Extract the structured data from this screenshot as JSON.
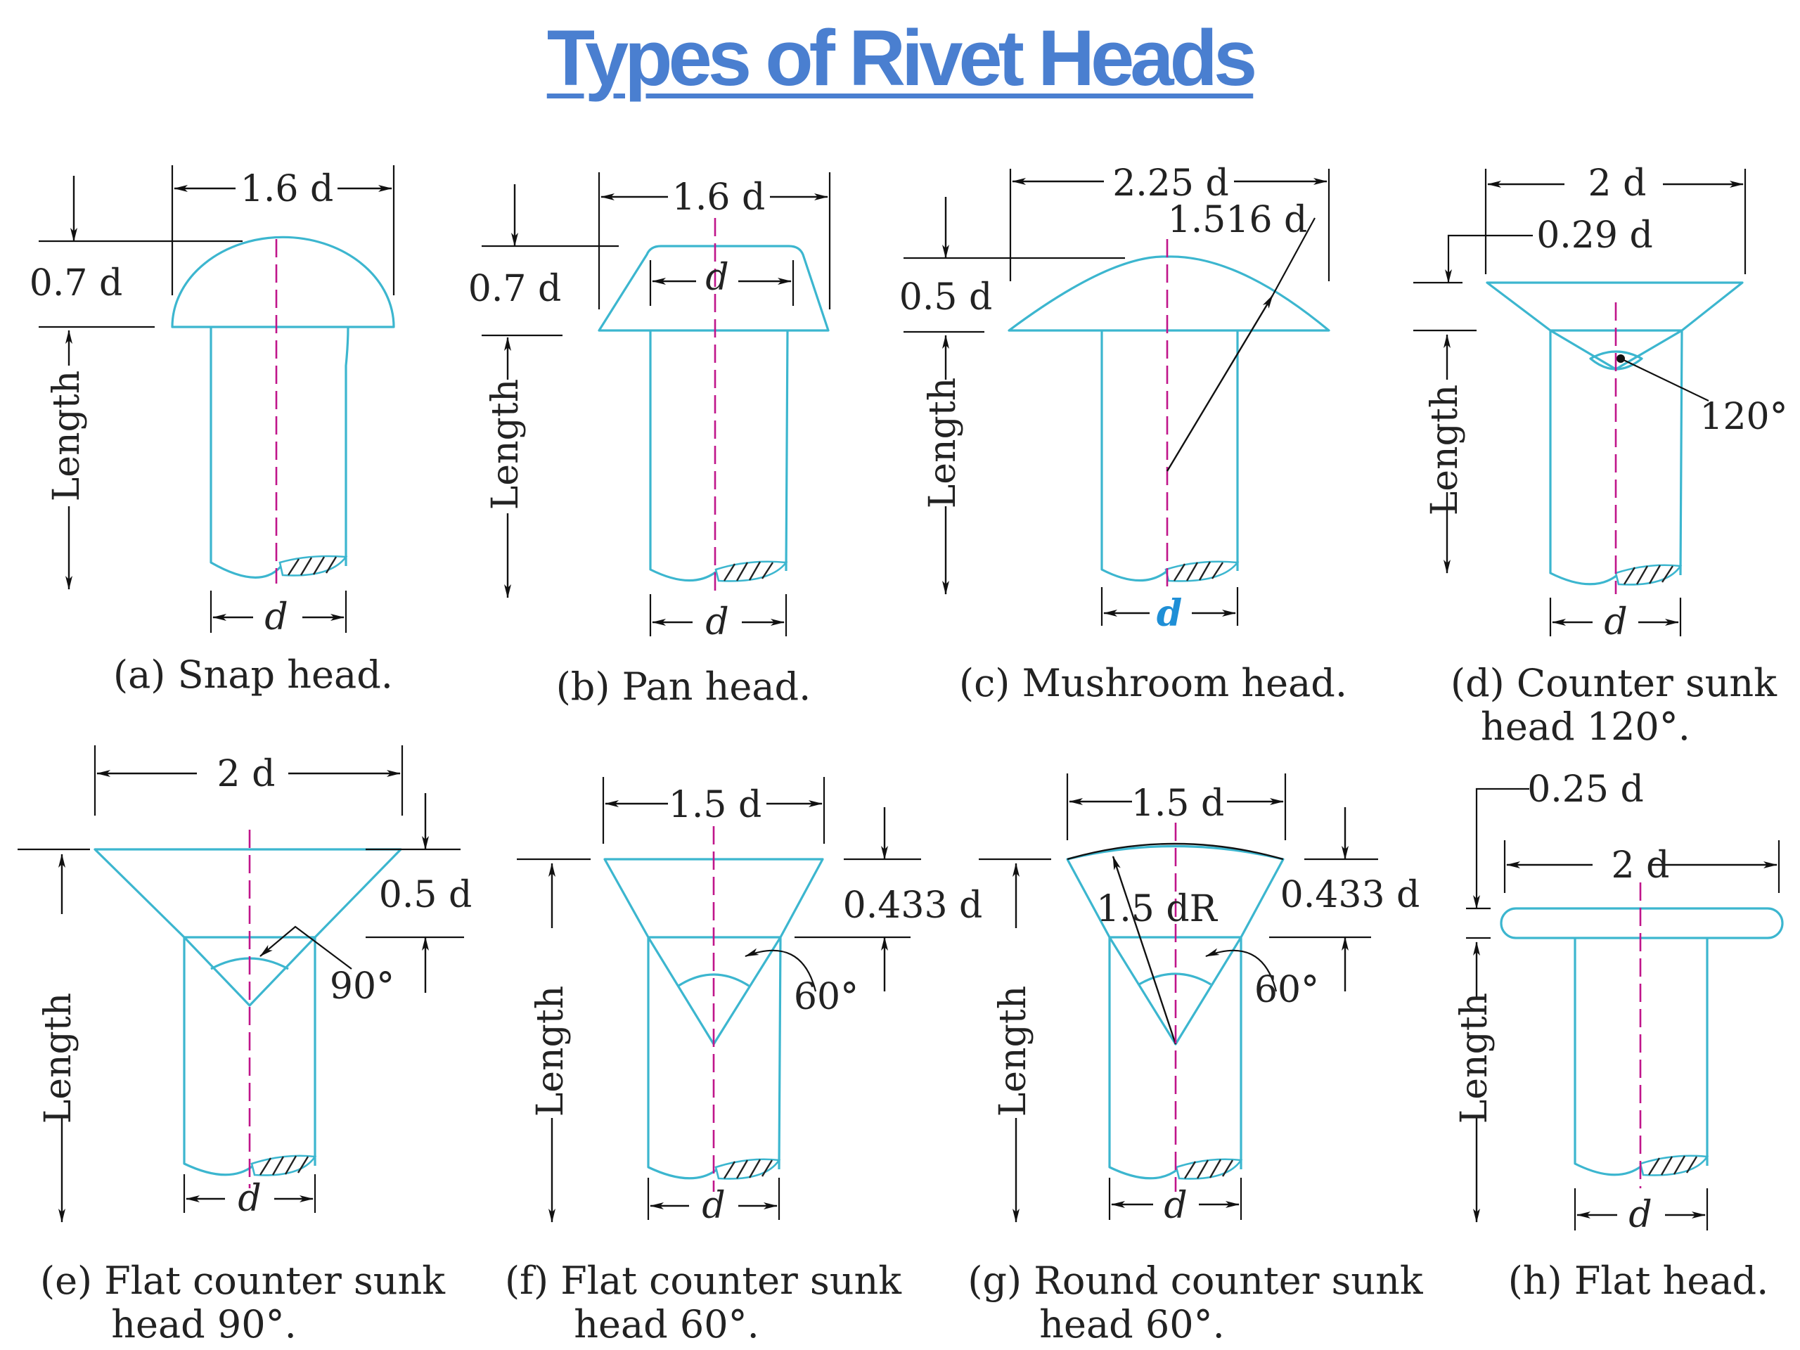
{
  "title": "Types of Rivet Heads",
  "panels": [
    {
      "id": "a",
      "letter": "(a)",
      "caption": [
        "Snap head."
      ],
      "dims": {
        "width": "1.6 d",
        "height": "0.7 d",
        "shank": "d",
        "length": "Length"
      }
    },
    {
      "id": "b",
      "letter": "(b)",
      "caption": [
        "Pan head."
      ],
      "dims": {
        "width": "1.6 d",
        "height": "0.7 d",
        "inner": "d",
        "shank": "d",
        "length": "Length"
      }
    },
    {
      "id": "c",
      "letter": "(c)",
      "caption": [
        "Mushroom head."
      ],
      "dims": {
        "width": "2.25 d",
        "radius": "1.516 d",
        "height": "0.5 d",
        "shank": "d",
        "length": "Length"
      }
    },
    {
      "id": "d",
      "letter": "(d)",
      "caption": [
        "Counter sunk",
        "head 120°."
      ],
      "dims": {
        "width": "2 d",
        "height": "0.29 d",
        "angle": "120°",
        "shank": "d",
        "length": "Length"
      }
    },
    {
      "id": "e",
      "letter": "(e)",
      "caption": [
        "Flat counter sunk",
        "head 90°."
      ],
      "dims": {
        "width": "2 d",
        "height": "0.5 d",
        "angle": "90°",
        "shank": "d",
        "length": "Length"
      }
    },
    {
      "id": "f",
      "letter": "(f)",
      "caption": [
        "Flat counter sunk",
        "head 60°."
      ],
      "dims": {
        "width": "1.5 d",
        "height": "0.433 d",
        "angle": "60°",
        "shank": "d",
        "length": "Length"
      }
    },
    {
      "id": "g",
      "letter": "(g)",
      "caption": [
        "Round counter sunk",
        "head 60°."
      ],
      "dims": {
        "width": "1.5 d",
        "radius": "1.5 dR",
        "height": "0.433 d",
        "angle": "60°",
        "shank": "d",
        "length": "Length"
      }
    },
    {
      "id": "h",
      "letter": "(h)",
      "caption": [
        "Flat head."
      ],
      "dims": {
        "width": "2 d",
        "height": "0.25 d",
        "shank": "d",
        "length": "Length"
      }
    }
  ],
  "colors": {
    "title": "#4a7fd0",
    "outline": "#3cb6cf",
    "axis": "#c0158a",
    "highlight": "#1f8fd6"
  }
}
